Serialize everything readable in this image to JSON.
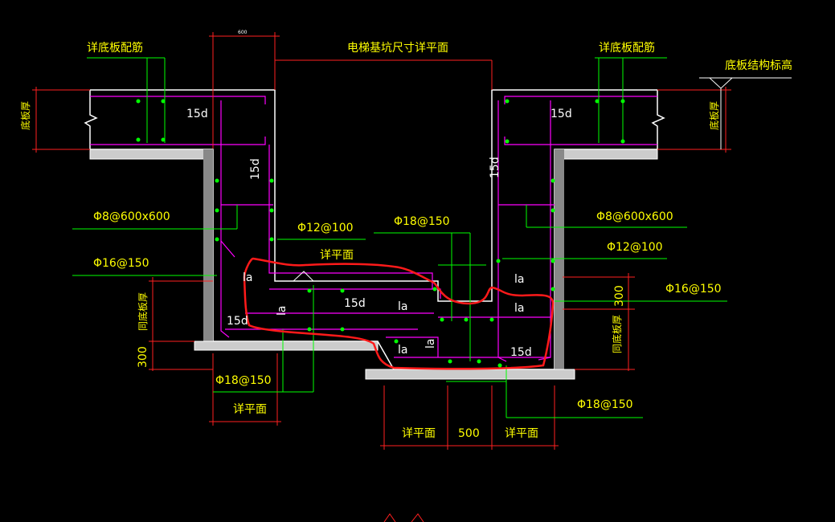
{
  "labels": {
    "title_top": "电梯基坑尺寸详平面",
    "detail_floor_rebar_left": "详底板配筋",
    "detail_floor_rebar_right": "详底板配筋",
    "floor_struct_elev": "底板结构标高",
    "floor_thickness_left": "底板厚",
    "floor_thickness_right": "底板厚",
    "same_floor_thk_left": "同底板厚",
    "same_floor_thk_right": "同底板厚",
    "dim_600": "600",
    "dim_300_left": "300",
    "dim_300_right": "300",
    "dim_500": "500",
    "see_plan_mid": "详平面",
    "see_plan_left_bottom": "详平面",
    "see_plan_b1": "详平面",
    "see_plan_b2": "详平面",
    "d15_a": "15d",
    "d15_b": "15d",
    "d15_c": "15d",
    "d15_d": "15d",
    "d15_e": "15d",
    "d15_f": "15d",
    "d15_g": "15d",
    "la_1": "la",
    "la_2": "la",
    "la_3": "la",
    "la_4": "la",
    "la_5": "la",
    "la_6": "la",
    "la_7": "la",
    "rebar_phi8_left": "Φ8@600x600",
    "rebar_phi8_right": "Φ8@600x600",
    "rebar_phi12_left": "Φ12@100",
    "rebar_phi12_right": "Φ12@100",
    "rebar_phi16_left": "Φ16@150",
    "rebar_phi16_right": "Φ16@150",
    "rebar_phi18_top": "Φ18@150",
    "rebar_phi18_left": "Φ18@150",
    "rebar_phi18_right": "Φ18@150"
  },
  "colors": {
    "background": "#000000",
    "text_yellow": "#ffff00",
    "concrete_outline": "#ffffff",
    "rebar_magenta": "#ff00ff",
    "rebar_dots": "#00ff00",
    "leader_green": "#00ff00",
    "dimension_red": "#ff2020",
    "markup_red": "#ff1a1a"
  }
}
